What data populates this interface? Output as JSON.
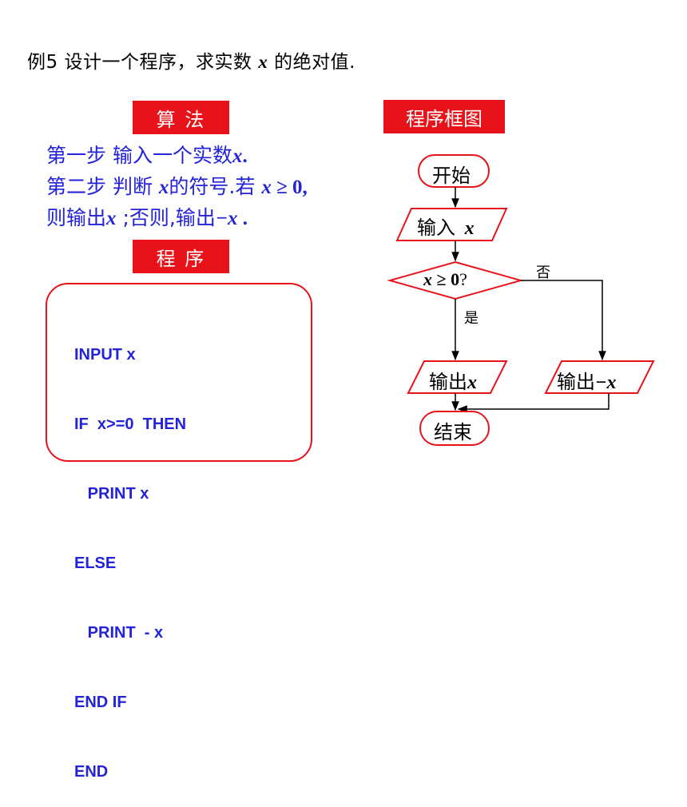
{
  "title": {
    "prefix": "例5  设计一个程序，求实数 ",
    "var": "x",
    "suffix": " 的绝对值."
  },
  "labels": {
    "algorithm": "算  法",
    "program": "程  序",
    "flowchart": "程序框图"
  },
  "steps": {
    "line1_text": "第一步 输入一个实数",
    "line1_var": "x",
    "line1_end": ".",
    "line2_text": "第二步 判断 ",
    "line2_var": "x",
    "line2_mid": "的符号.若 ",
    "line2_cond_var": "x",
    "line2_cond_rest": " ≥ 0,",
    "line3_text": "则输出",
    "line3_var": "x",
    "line3_mid": " ;否则,输出",
    "line3_neg": "−x",
    "line3_end": " ."
  },
  "code_lines": [
    "INPUT x",
    "IF  x>=0  THEN",
    "   PRINT x",
    "ELSE",
    "   PRINT  - x",
    "END IF",
    "END"
  ],
  "flowchart": {
    "start": "开始",
    "input_label": "输入",
    "input_var": "x",
    "condition_var": "x",
    "condition_rest": " ≥ 0",
    "condition_q": "?",
    "no_label": "否",
    "yes_label": "是",
    "output1_label": "输出",
    "output1_var": "x",
    "output2_label": "输出",
    "output2_var": "−x",
    "end": "结束"
  },
  "colors": {
    "accent_red": "#e8131a",
    "text_blue": "#2323d9"
  }
}
